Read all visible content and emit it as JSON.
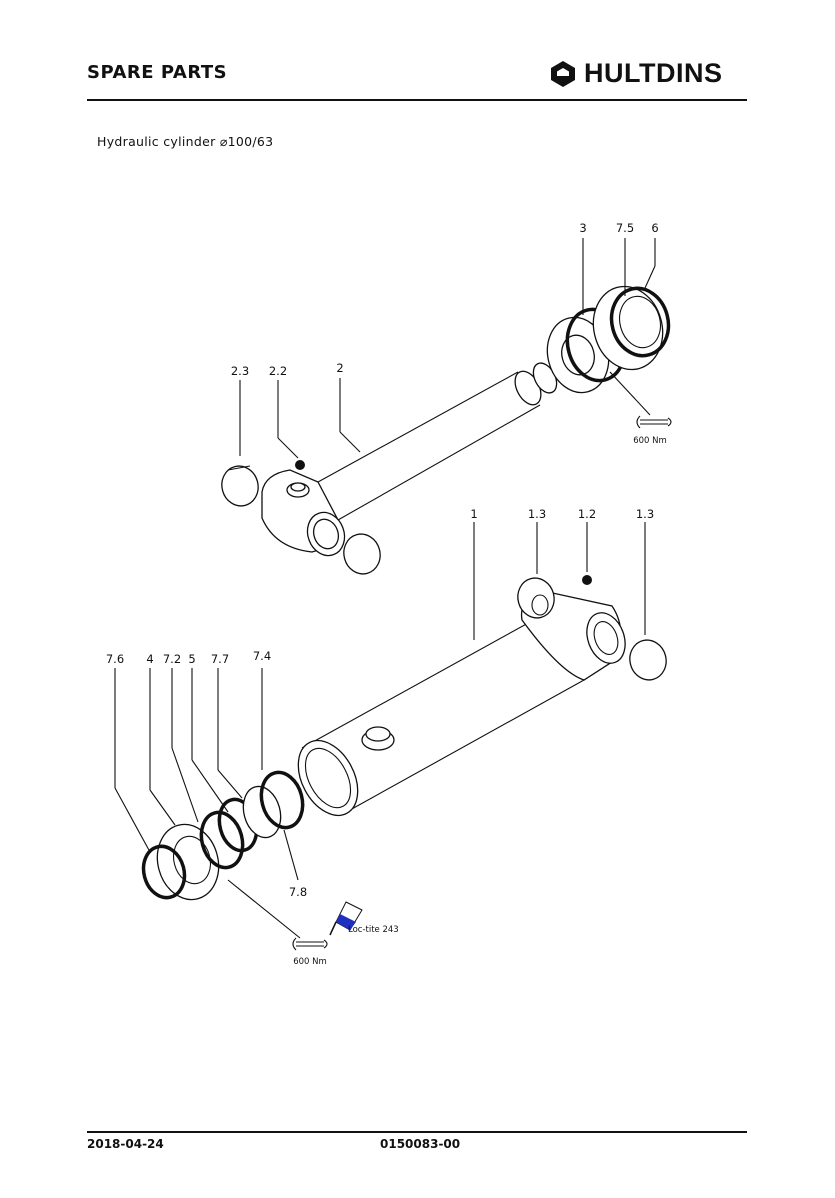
{
  "header": {
    "title": "SPARE PARTS",
    "logo_text": "HULTDINS",
    "logo_icon": "hultdins-hex-icon"
  },
  "subtitle": "Hydraulic cylinder ⌀100/63",
  "callouts": [
    "3",
    "7.5",
    "6",
    "2.3",
    "2.2",
    "2",
    "1",
    "1.3",
    "1.2",
    "1.3",
    "7.6",
    "4",
    "7.2",
    "5",
    "7.7",
    "7.4",
    "7.8"
  ],
  "annotations": {
    "torque_top": "600 Nm",
    "torque_bottom": "600 Nm",
    "loctite": "Loc-tite 243"
  },
  "footer": {
    "date": "2018-04-24",
    "doc_number": "0150083-00"
  }
}
